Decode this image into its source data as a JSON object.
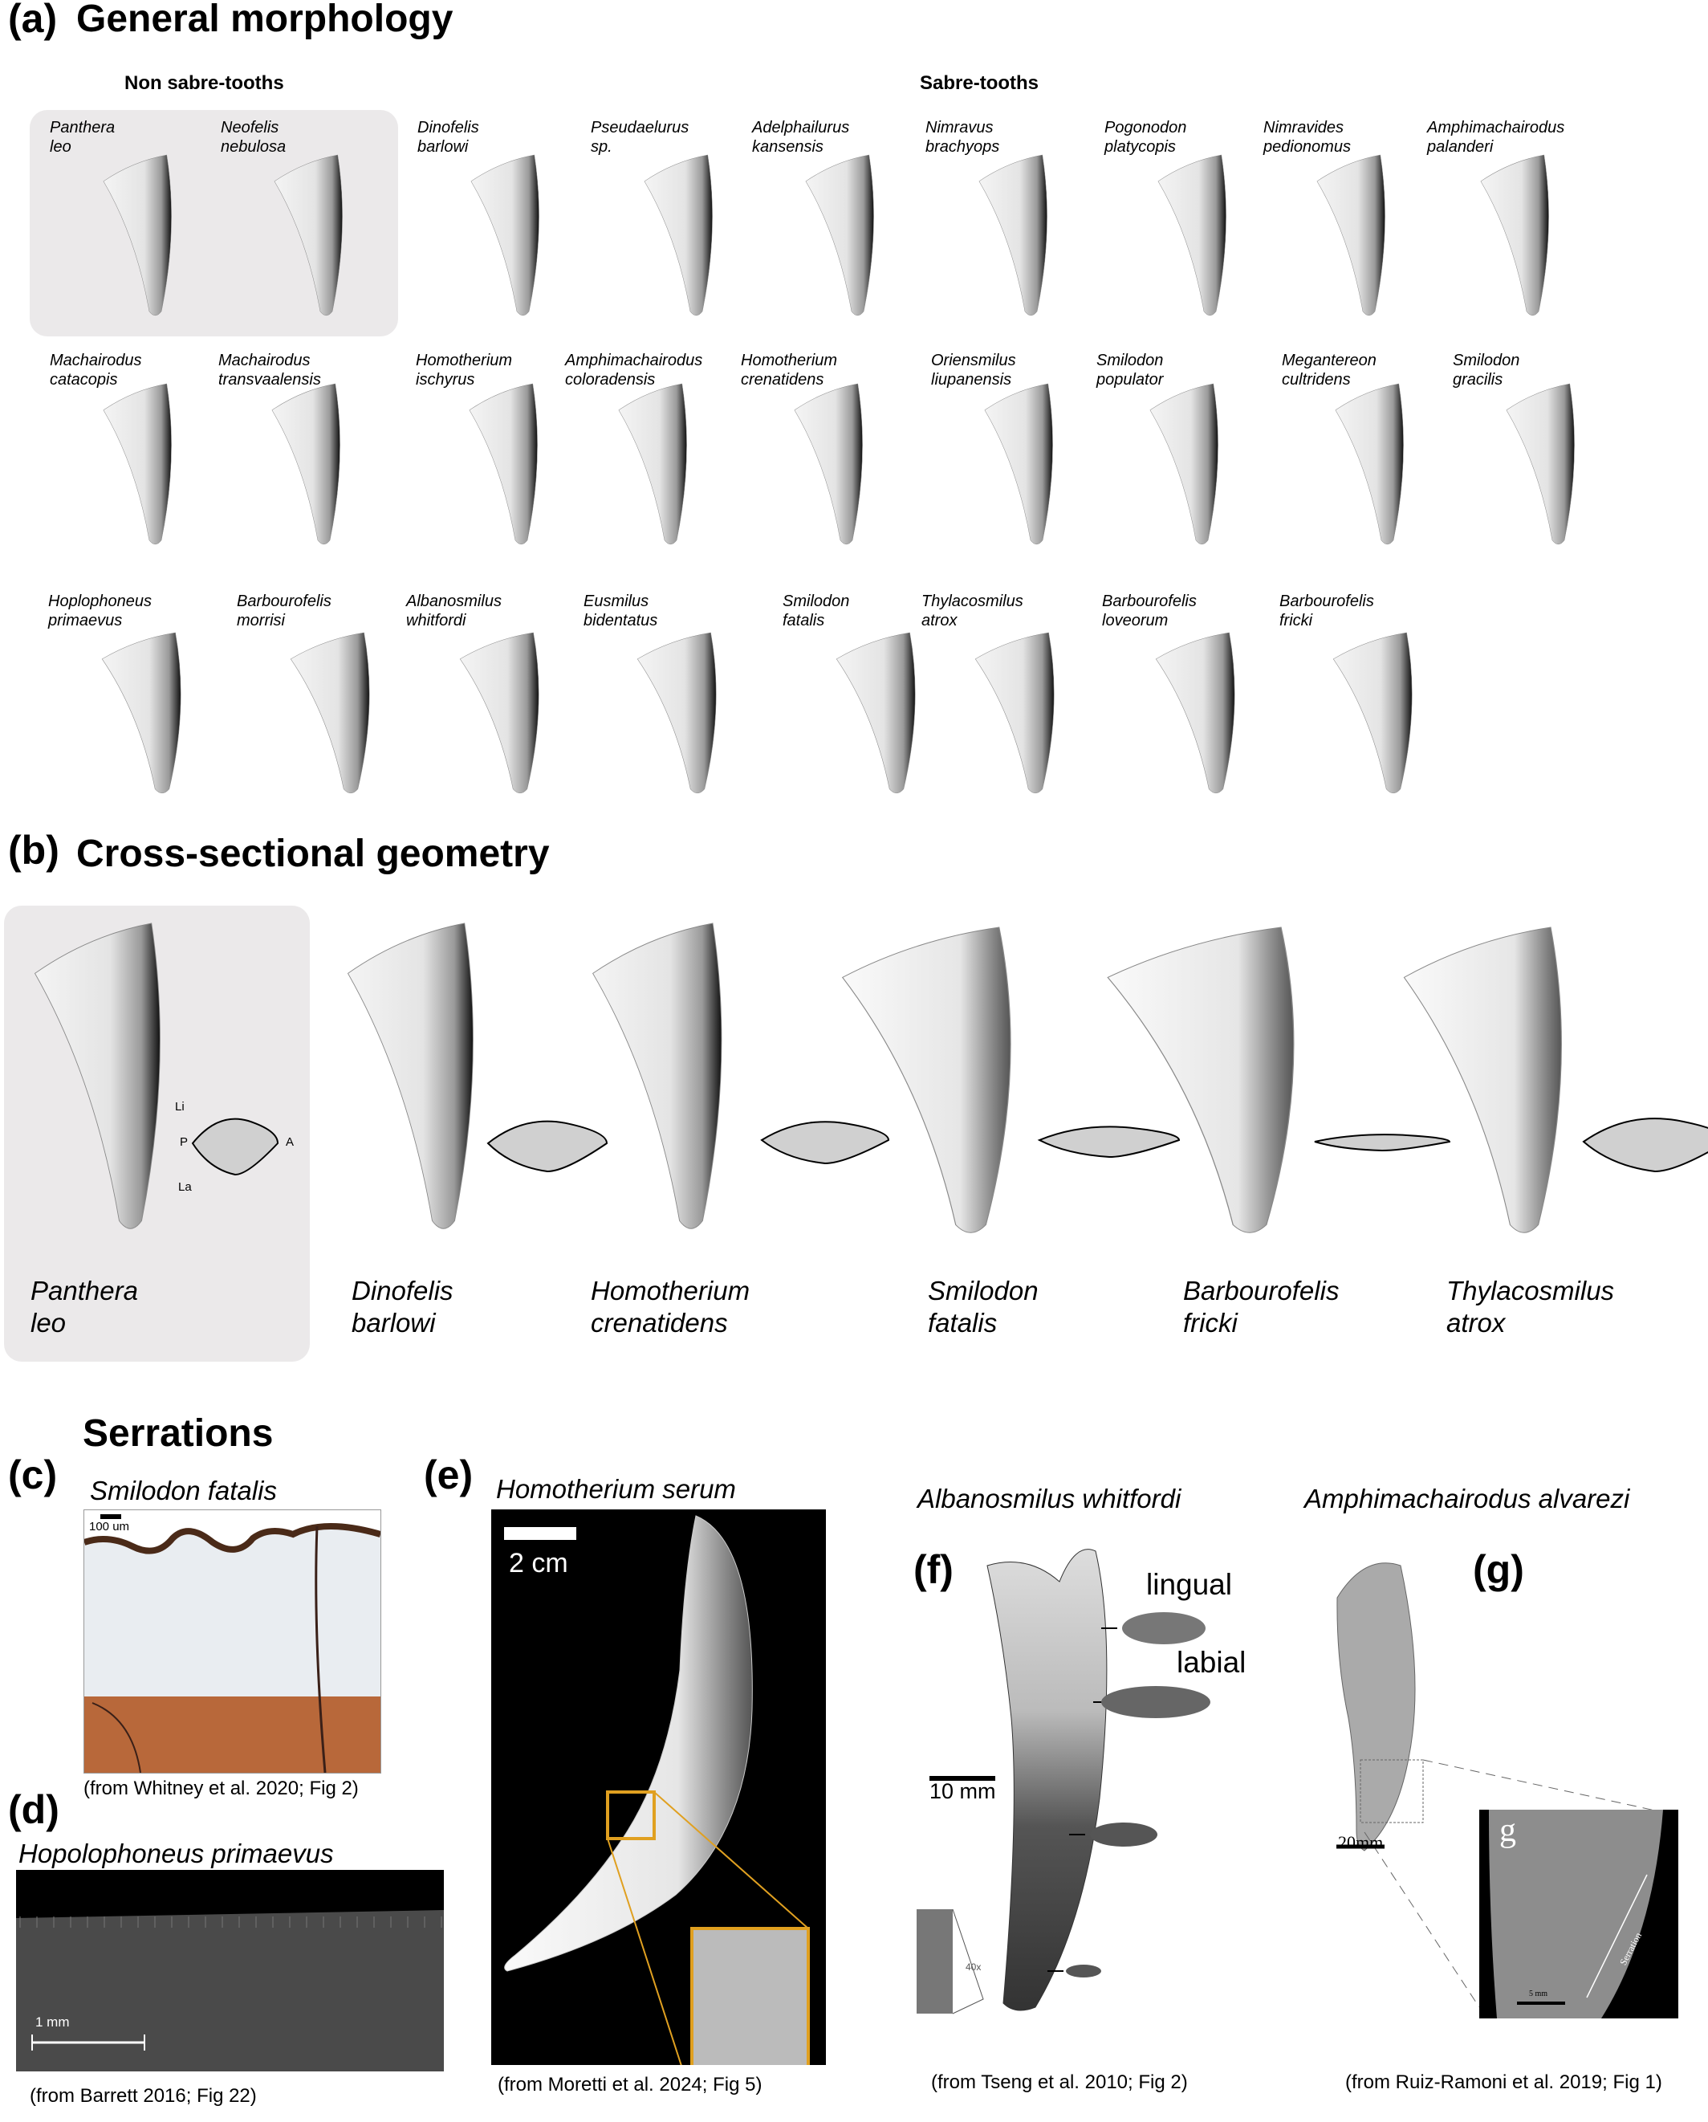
{
  "panel_a": {
    "label": "(a)",
    "title": "General morphology",
    "group_non_sabre": "Non sabre-tooths",
    "group_sabre": "Sabre-tooths",
    "rows": [
      [
        {
          "genus": "Panthera",
          "species": "leo"
        },
        {
          "genus": "Neofelis",
          "species": "nebulosa"
        },
        {
          "genus": "Dinofelis",
          "species": "barlowi"
        },
        {
          "genus": "Pseudaelurus",
          "species": "sp."
        },
        {
          "genus": "Adelphailurus",
          "species": "kansensis"
        },
        {
          "genus": "Nimravus",
          "species": "brachyops"
        },
        {
          "genus": "Pogonodon",
          "species": "platycopis"
        },
        {
          "genus": "Nimravides",
          "species": "pedionomus"
        },
        {
          "genus": "Amphimachairodus",
          "species": "palanderi"
        }
      ],
      [
        {
          "genus": "Machairodus",
          "species": "catacopis"
        },
        {
          "genus": "Machairodus",
          "species": "transvaalensis"
        },
        {
          "genus": "Homotherium",
          "species": "ischyrus"
        },
        {
          "genus": "Amphimachairodus",
          "species": "coloradensis"
        },
        {
          "genus": "Homotherium",
          "species": "crenatidens"
        },
        {
          "genus": "Oriensmilus",
          "species": "liupanensis"
        },
        {
          "genus": "Smilodon",
          "species": "populator"
        },
        {
          "genus": "Megantereon",
          "species": "cultridens"
        },
        {
          "genus": "Smilodon",
          "species": "gracilis"
        }
      ],
      [
        {
          "genus": "Hoplophoneus",
          "species": "primaevus"
        },
        {
          "genus": "Barbourofelis",
          "species": "morrisi"
        },
        {
          "genus": "Albanosmilus",
          "species": "whitfordi"
        },
        {
          "genus": "Eusmilus",
          "species": "bidentatus"
        },
        {
          "genus": "Smilodon",
          "species": "fatalis"
        },
        {
          "genus": "Thylacosmilus",
          "species": "atrox"
        },
        {
          "genus": "Barbourofelis",
          "species": "loveorum"
        },
        {
          "genus": "Barbourofelis",
          "species": "fricki"
        }
      ]
    ]
  },
  "panel_b": {
    "label": "(b)",
    "title": "Cross-sectional geometry",
    "axis_labels": {
      "lingual": "Li",
      "labial": "La",
      "posterior": "P",
      "anterior": "A"
    },
    "specimens": [
      {
        "genus": "Panthera",
        "species": "leo"
      },
      {
        "genus": "Dinofelis",
        "species": "barlowi"
      },
      {
        "genus": "Homotherium",
        "species": "crenatidens"
      },
      {
        "genus": "Smilodon",
        "species": "fatalis"
      },
      {
        "genus": "Barbourofelis",
        "species": "fricki"
      },
      {
        "genus": "Thylacosmilus",
        "species": "atrox"
      }
    ]
  },
  "serrations": {
    "title": "Serrations",
    "c": {
      "label": "(c)",
      "species": "Smilodon fatalis",
      "scale": "100 um",
      "source": "(from Whitney et al. 2020; Fig 2)"
    },
    "d": {
      "label": "(d)",
      "species": "Hopolophoneus primaevus",
      "scale": "1 mm",
      "source": "(from Barrett 2016; Fig 22)"
    },
    "e": {
      "label": "(e)",
      "species": "Homotherium serum",
      "scale": "2 cm",
      "source": "(from Moretti et al. 2024; Fig 5)"
    },
    "f": {
      "label": "(f)",
      "species": "Albanosmilus whitfordi",
      "lingual": "lingual",
      "labial": "labial",
      "scale": "10 mm",
      "magnification": "40x",
      "source": "(from Tseng et al. 2010; Fig 2)"
    },
    "g": {
      "label": "(g)",
      "species": "Amphimachairodus alvarezi",
      "scale": "20mm",
      "inset_label": "g",
      "inset_scale": "5 mm",
      "inset_annotation": "Serration",
      "source": "(from Ruiz-Ramoni et al. 2019; Fig 1)"
    }
  },
  "colors": {
    "box": "#ebe9ea",
    "section_fill": "#d0d0d0",
    "highlight": "#e0a020",
    "serration_enamel": "#b8683a"
  }
}
